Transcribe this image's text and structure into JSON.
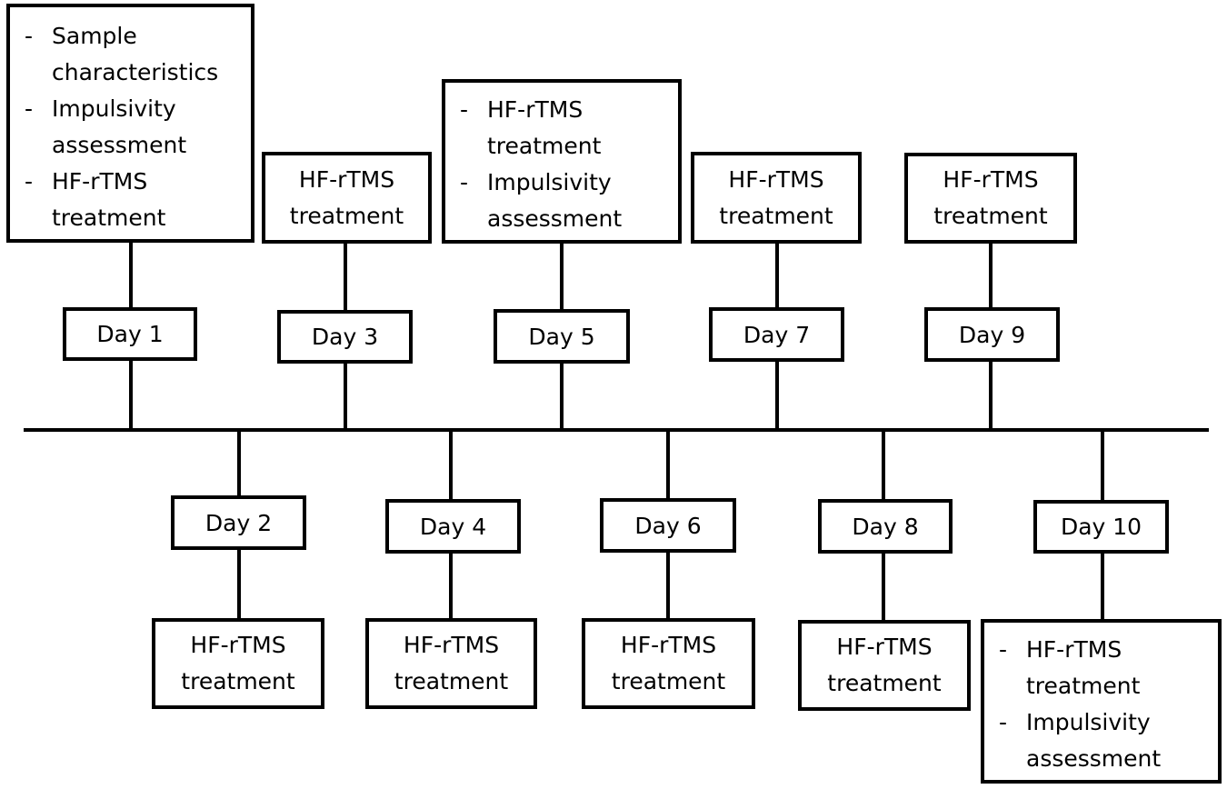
{
  "timeline": {
    "top_days": [
      {
        "day": "Day 1",
        "items": [
          "Sample characteristics",
          "Impulsivity assessment",
          "HF-rTMS treatment"
        ]
      },
      {
        "day": "Day 3",
        "lines": [
          "HF-rTMS",
          "treatment"
        ]
      },
      {
        "day": "Day 5",
        "items": [
          "HF-rTMS treatment",
          "Impulsivity assessment"
        ]
      },
      {
        "day": "Day 7",
        "lines": [
          "HF-rTMS",
          "treatment"
        ]
      },
      {
        "day": "Day 9",
        "lines": [
          "HF-rTMS",
          "treatment"
        ]
      }
    ],
    "bottom_days": [
      {
        "day": "Day 2",
        "lines": [
          "HF-rTMS",
          "treatment"
        ]
      },
      {
        "day": "Day 4",
        "lines": [
          "HF-rTMS",
          "treatment"
        ]
      },
      {
        "day": "Day 6",
        "lines": [
          "HF-rTMS",
          "treatment"
        ]
      },
      {
        "day": "Day 8",
        "lines": [
          "HF-rTMS",
          "treatment"
        ]
      },
      {
        "day": "Day 10",
        "items": [
          "HF-rTMS treatment",
          "Impulsivity assessment"
        ]
      }
    ],
    "dash_glyph": "-"
  }
}
